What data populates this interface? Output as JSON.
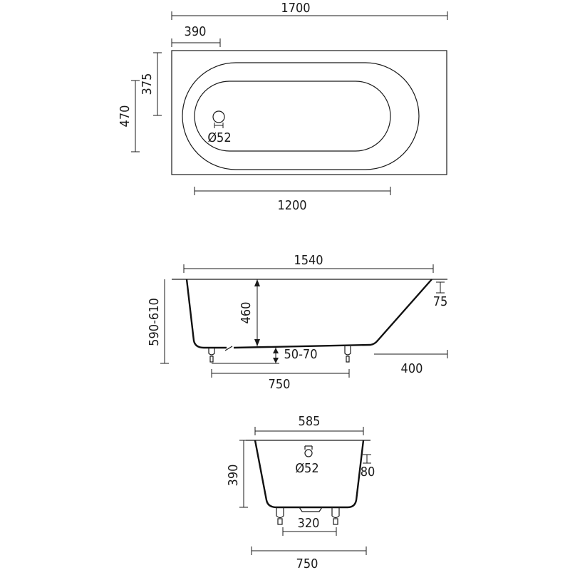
{
  "top_view": {
    "overall_length": "1700",
    "drain_offset": "390",
    "overall_width": "470",
    "inner_width": "375",
    "drain_diameter": "Ø52",
    "inner_length": "1200"
  },
  "side_view": {
    "rim_length": "1540",
    "depth": "460",
    "total_height": "590-610",
    "rim_thickness": "75",
    "leg_height": "50-70",
    "slope_length": "400",
    "leg_spacing": "750"
  },
  "end_view": {
    "rim_width": "585",
    "height": "390",
    "overflow_diameter": "Ø52",
    "rim_thickness": "80",
    "leg_spacing": "320",
    "base_width": "750"
  }
}
